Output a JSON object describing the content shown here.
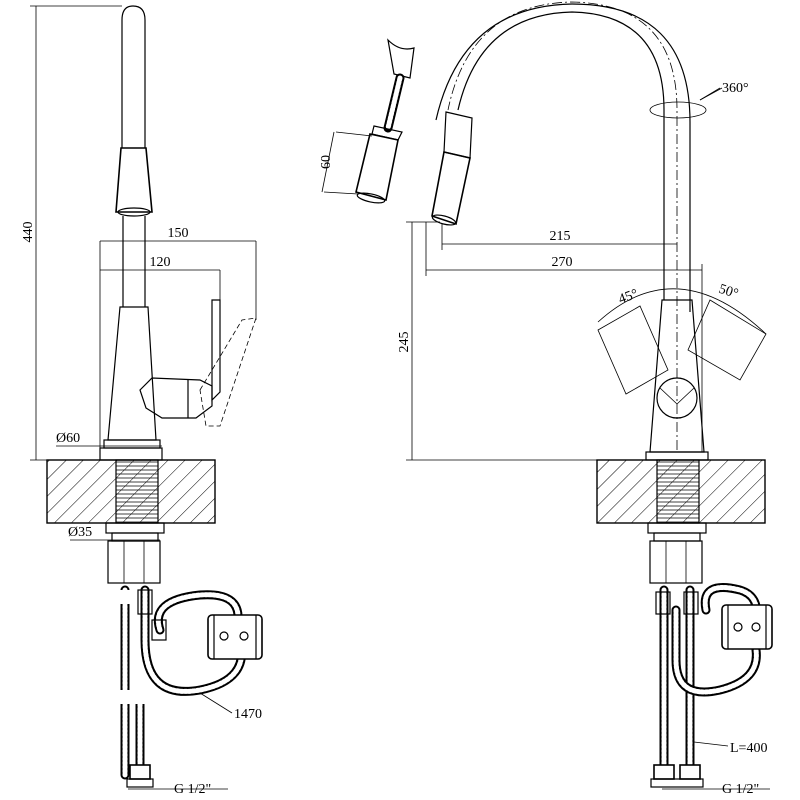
{
  "drawing": {
    "left_view": {
      "height_label": "440",
      "reach_label": "150",
      "handle_label": "120",
      "base_diameter_label": "Ø60",
      "shank_diameter_label": "Ø35",
      "hose_length_label": "1470",
      "thread_label": "G 1/2\""
    },
    "right_view": {
      "spray_height_label": "60",
      "rotation_label": "360°",
      "spout_reach_label": "215",
      "total_reach_label": "270",
      "spout_height_label": "245",
      "left_angle_label": "45°",
      "right_angle_label": "50°",
      "hose_length_label": "L=400",
      "thread_label": "G 1/2\""
    }
  }
}
